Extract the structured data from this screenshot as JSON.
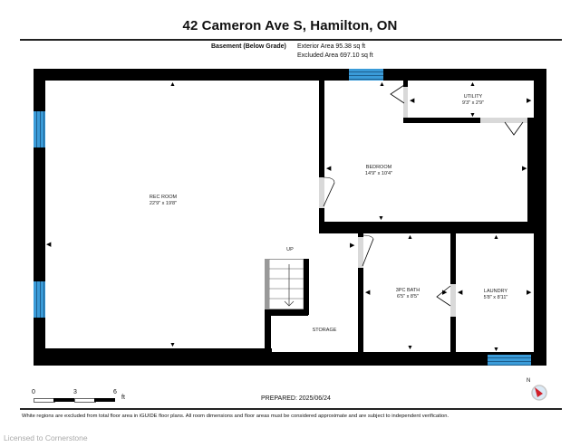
{
  "header": {
    "title": "42 Cameron Ave S, Hamilton, ON",
    "level_label": "Basement (Below Grade)",
    "exterior_area": "Exterior Area 95.38 sq ft",
    "excluded_area": "Excluded Area 697.10 sq ft"
  },
  "rooms": [
    {
      "name": "REC ROOM",
      "dims": "22'9\" x 19'8\""
    },
    {
      "name": "UTILITY",
      "dims": "9'3\" x 2'9\""
    },
    {
      "name": "BEDROOM",
      "dims": "14'9\" x 10'4\""
    },
    {
      "name": "3PC BATH",
      "dims": "6'5\" x 8'5\""
    },
    {
      "name": "LAUNDRY",
      "dims": "5'8\" x 8'11\""
    },
    {
      "name": "STORAGE",
      "dims": ""
    }
  ],
  "stairs": {
    "label": "UP"
  },
  "scale": {
    "ticks": [
      "0",
      "3",
      "6"
    ],
    "unit": "ft"
  },
  "prepared": "PREPARED: 2025/06/24",
  "compass": {
    "label": "N",
    "icon": "compass-icon"
  },
  "footer": {
    "disclaimer": "White regions are excluded from total floor area in iGUIDE floor plans. All room dimensions and floor areas must be considered approximate and are subject to independent verification.",
    "license": "Licensed to Cornerstone"
  },
  "colors": {
    "wall": "#000000",
    "window": "#3a9bd8",
    "door_opening": "#d9d9d9",
    "compass_needle": "#d0202a"
  }
}
